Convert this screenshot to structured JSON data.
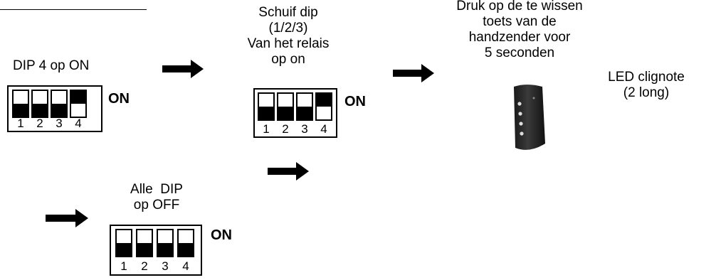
{
  "steps": {
    "step1": "DIP 4 op ON",
    "step2": [
      "Schuif dip",
      "(1/2/3)",
      "Van het relais",
      "op on"
    ],
    "step3": [
      "Druk op de te wissen",
      "toets van de",
      "handzender voor",
      "5 seconden"
    ],
    "step4": [
      "LED clignote",
      "(2 long)"
    ],
    "step5": [
      "Alle  DIP",
      "op OFF"
    ]
  },
  "dip_switches": {
    "on_label": "ON",
    "numbers": [
      "1",
      "2",
      "3",
      "4"
    ],
    "block1_states": [
      "off",
      "off",
      "off",
      "on"
    ],
    "block2_states": [
      "off",
      "off",
      "off",
      "on"
    ],
    "block3_states": [
      "off",
      "off",
      "off",
      "off"
    ]
  },
  "icons": [
    "arrow-right-icon",
    "remote-control-icon"
  ]
}
